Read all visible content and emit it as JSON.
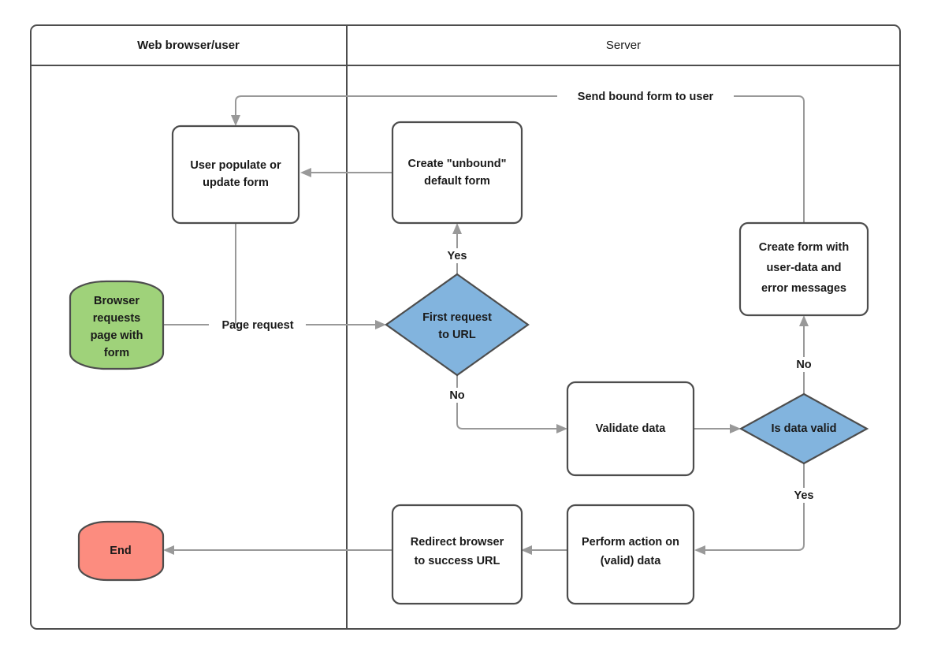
{
  "diagram": {
    "title_bold_lane": "Web browser/user",
    "lanes": [
      {
        "id": "lane-web-browser-user",
        "label": "Web browser/user",
        "weight": "bold"
      },
      {
        "id": "lane-server",
        "label": "Server",
        "weight": "regular"
      }
    ],
    "colors": {
      "start_green": "#9FD27A",
      "end_red": "#FC8C7F",
      "decision_blue": "#82B4DE",
      "process_white": "#FFFFFF",
      "node_stroke": "#4D4D4D",
      "edge_stroke": "#999999",
      "text": "#1A1A1A",
      "background": "#FFFFFF"
    },
    "nodes": [
      {
        "id": "user-populate-or-update-form",
        "type": "process",
        "lane": "Web browser/user",
        "lines": [
          "User populate or",
          "update form"
        ]
      },
      {
        "id": "create-unbound-default-form",
        "type": "process",
        "lane": "Server",
        "lines": [
          "Create \"unbound\"",
          "default form"
        ]
      },
      {
        "id": "create-form-with-user-data",
        "type": "process",
        "lane": "Server",
        "lines": [
          "Create form with",
          "user-data and",
          "error messages"
        ]
      },
      {
        "id": "browser-requests-page-with-form",
        "type": "terminator-start",
        "lane": "Web browser/user",
        "lines": [
          "Browser",
          "requests",
          "page with",
          "form"
        ]
      },
      {
        "id": "first-request-to-url",
        "type": "decision",
        "lane": "Server",
        "lines": [
          "First request",
          "to URL"
        ]
      },
      {
        "id": "validate-data",
        "type": "process",
        "lane": "Server",
        "lines": [
          "Validate data"
        ]
      },
      {
        "id": "is-data-valid",
        "type": "decision",
        "lane": "Server",
        "lines": [
          "Is data valid"
        ]
      },
      {
        "id": "end",
        "type": "terminator-end",
        "lane": "Web browser/user",
        "lines": [
          "End"
        ]
      },
      {
        "id": "redirect-browser-to-success-url",
        "type": "process",
        "lane": "Server",
        "lines": [
          "Redirect browser",
          "to success URL"
        ]
      },
      {
        "id": "perform-action-on-valid-data",
        "type": "process",
        "lane": "Server",
        "lines": [
          "Perform action on",
          "(valid) data"
        ]
      }
    ],
    "edges": [
      {
        "id": "edge-send-bound-form-to-user",
        "from": "create-form-with-user-data",
        "to": "user-populate-or-update-form",
        "label": "Send bound form to user"
      },
      {
        "id": "edge-unbound-to-user-populate",
        "from": "create-unbound-default-form",
        "to": "user-populate-or-update-form",
        "label": ""
      },
      {
        "id": "edge-first-request-yes",
        "from": "first-request-to-url",
        "to": "create-unbound-default-form",
        "label": "Yes"
      },
      {
        "id": "edge-page-request",
        "from": "browser-requests-page-with-form",
        "to": "first-request-to-url",
        "label": "Page request"
      },
      {
        "id": "edge-user-populate-to-page-request",
        "from": "user-populate-or-update-form",
        "to": "edge-page-request",
        "label": ""
      },
      {
        "id": "edge-first-request-no",
        "from": "first-request-to-url",
        "to": "validate-data",
        "label": "No"
      },
      {
        "id": "edge-validate-to-is-data-valid",
        "from": "validate-data",
        "to": "is-data-valid",
        "label": ""
      },
      {
        "id": "edge-is-data-valid-no",
        "from": "is-data-valid",
        "to": "create-form-with-user-data",
        "label": "No"
      },
      {
        "id": "edge-is-data-valid-yes",
        "from": "is-data-valid",
        "to": "perform-action-on-valid-data",
        "label": "Yes"
      },
      {
        "id": "edge-perform-to-redirect",
        "from": "perform-action-on-valid-data",
        "to": "redirect-browser-to-success-url",
        "label": ""
      },
      {
        "id": "edge-redirect-to-end",
        "from": "redirect-browser-to-success-url",
        "to": "end",
        "label": ""
      }
    ],
    "edge_labels": {
      "send_bound_form": "Send bound form to user",
      "page_request": "Page request",
      "first_request_yes": "Yes",
      "first_request_no": "No",
      "is_data_valid_no": "No",
      "is_data_valid_yes": "Yes"
    },
    "node_text": {
      "user_populate_l1": "User populate or",
      "user_populate_l2": "update form",
      "create_unbound_l1": "Create \"unbound\"",
      "create_unbound_l2": "default form",
      "create_form_user_data_l1": "Create form with",
      "create_form_user_data_l2": "user-data and",
      "create_form_user_data_l3": "error messages",
      "browser_requests_l1": "Browser",
      "browser_requests_l2": "requests",
      "browser_requests_l3": "page with",
      "browser_requests_l4": "form",
      "first_request_l1": "First request",
      "first_request_l2": "to URL",
      "validate_data_l1": "Validate data",
      "is_data_valid_l1": "Is data valid",
      "end_l1": "End",
      "redirect_l1": "Redirect browser",
      "redirect_l2": "to success URL",
      "perform_action_l1": "Perform action on",
      "perform_action_l2": "(valid) data"
    }
  }
}
